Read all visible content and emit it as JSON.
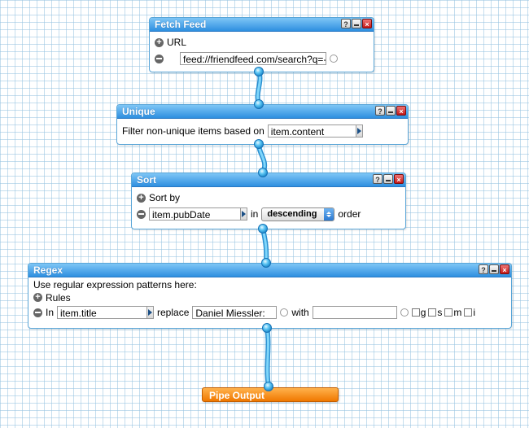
{
  "colors": {
    "title_bar": "#2e8fe0",
    "wire": "#4bbcf0",
    "output": "#f07800",
    "close_button": "#c41818"
  },
  "icons": {
    "help": "?",
    "close": "×",
    "add": "+"
  },
  "modules": {
    "fetch_feed": {
      "title": "Fetch Feed",
      "section_label": "URL",
      "url_value": "feed://friendfeed.com/search?q=-s"
    },
    "unique": {
      "title": "Unique",
      "label": "Filter non-unique items based on",
      "field_value": "item.content"
    },
    "sort": {
      "title": "Sort",
      "section_label": "Sort by",
      "field_value": "item.pubDate",
      "in_label": "in",
      "order_value": "descending",
      "order_label": "order"
    },
    "regex": {
      "title": "Regex",
      "intro": "Use regular expression patterns here:",
      "rules_label": "Rules",
      "in_label": "In",
      "field_value": "item.title",
      "replace_label": "replace",
      "replace_value": "Daniel Miessler:",
      "with_label": "with",
      "with_value": "",
      "flags": [
        "g",
        "s",
        "m",
        "i"
      ]
    },
    "output": {
      "title": "Pipe Output"
    }
  }
}
